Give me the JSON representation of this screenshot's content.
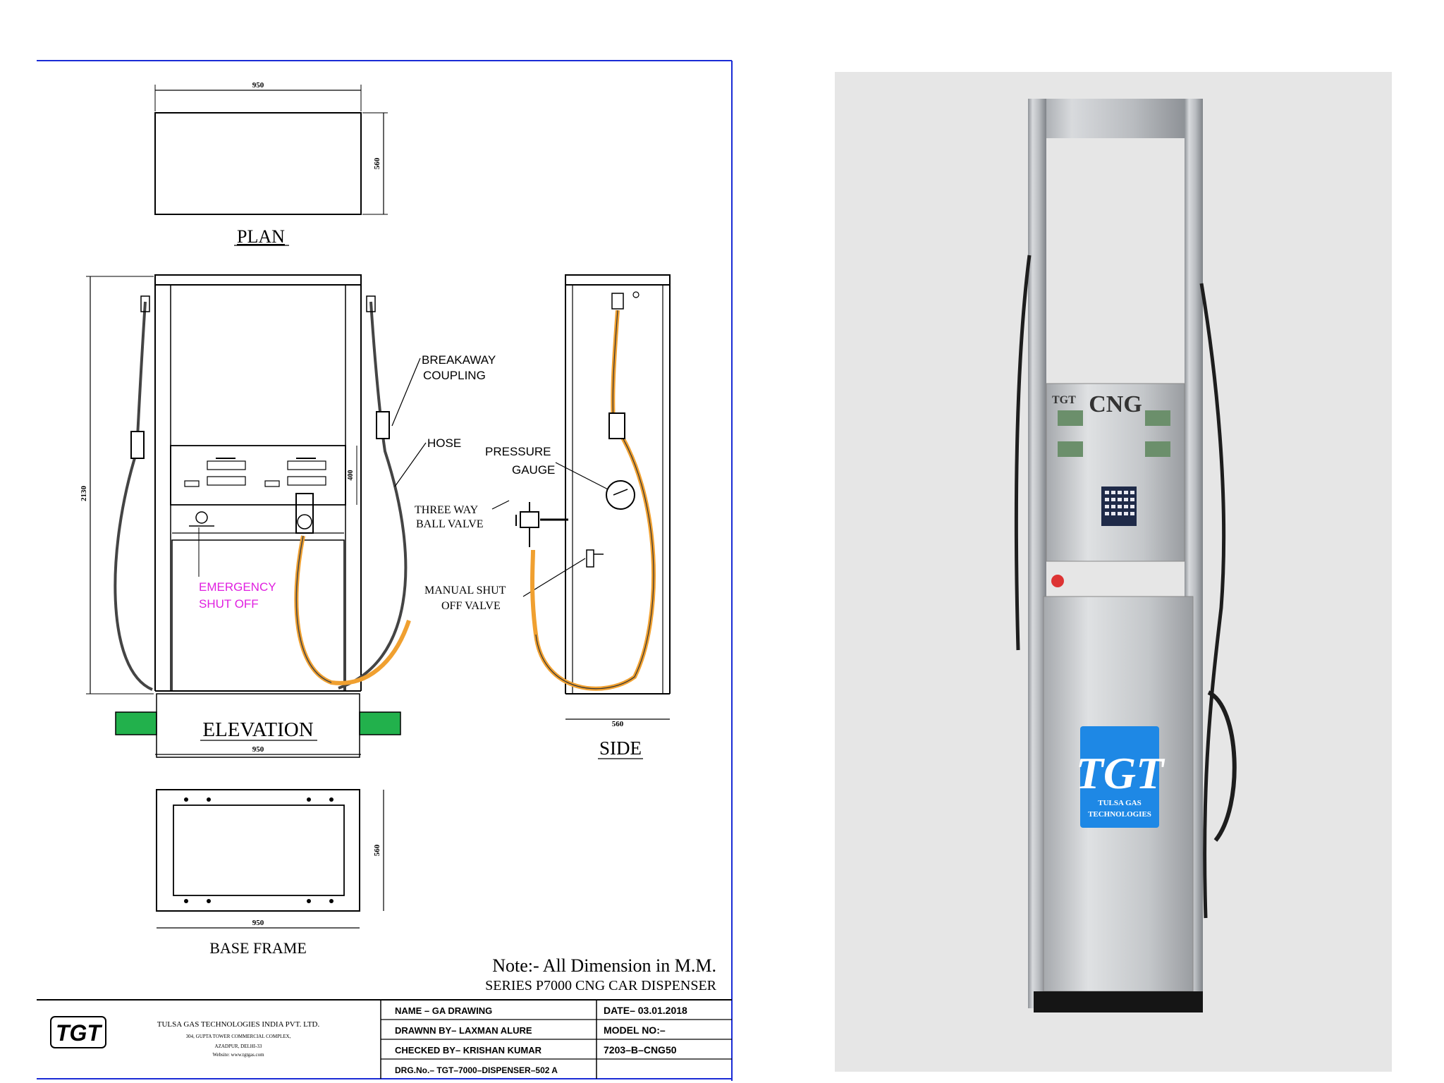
{
  "drawing": {
    "views": {
      "plan": "PLAN",
      "elevation": "ELEVATION",
      "side": "SIDE",
      "base_frame": "BASE FRAME"
    },
    "dimensions": {
      "plan_width": "950",
      "plan_depth": "560",
      "elevation_height": "2130",
      "elevation_width": "950",
      "panel_height": "400",
      "side_width": "560",
      "base_width": "950",
      "base_depth": "560"
    },
    "labels": {
      "breakaway_1": "BREAKAWAY",
      "breakaway_2": "COUPLING",
      "hose": "HOSE",
      "pressure_1": "PRESSURE",
      "pressure_2": "GAUGE",
      "three_way_1": "THREE WAY",
      "three_way_2": "BALL VALVE",
      "manual_1": "MANUAL SHUT",
      "manual_2": "OFF VALVE",
      "emergency_1": "EMERGENCY",
      "emergency_2": "SHUT OFF"
    },
    "note_1": "Note:- All Dimension in M.M.",
    "note_2": "SERIES P7000 CNG CAR DISPENSER"
  },
  "title_block": {
    "logo": "TGT",
    "company": "TULSA GAS TECHNOLOGIES INDIA PVT. LTD.",
    "address_1": "304, GUPTA TOWER COMMERCIAL COMPLEX,",
    "address_2": "AZADPUR, DELHI-33",
    "website": "Website: www.tgtgas.com",
    "name": "NAME – GA DRAWING",
    "drawn_by": "DRAWNN BY– LAXMAN ALURE",
    "checked_by": "CHECKED BY– KRISHAN KUMAR",
    "drg_no": "DRG.No.– TGT–7000–DISPENSER–502 A",
    "date": "DATE– 03.01.2018",
    "model_no": "MODEL NO:–",
    "model_code": "7203–B–CNG50"
  },
  "photo": {
    "top_logo": "TGT",
    "cng": "CNG",
    "brand": "TGT",
    "brand_line_1": "TULSA GAS",
    "brand_line_2": "TECHNOLOGIES"
  },
  "colors": {
    "border_blue": "#1a2bd6",
    "hose_orange": "#f0a030",
    "emergency_magenta": "#e020e0",
    "footing_green": "#22b14c",
    "brand_blue": "#1e88e5"
  }
}
